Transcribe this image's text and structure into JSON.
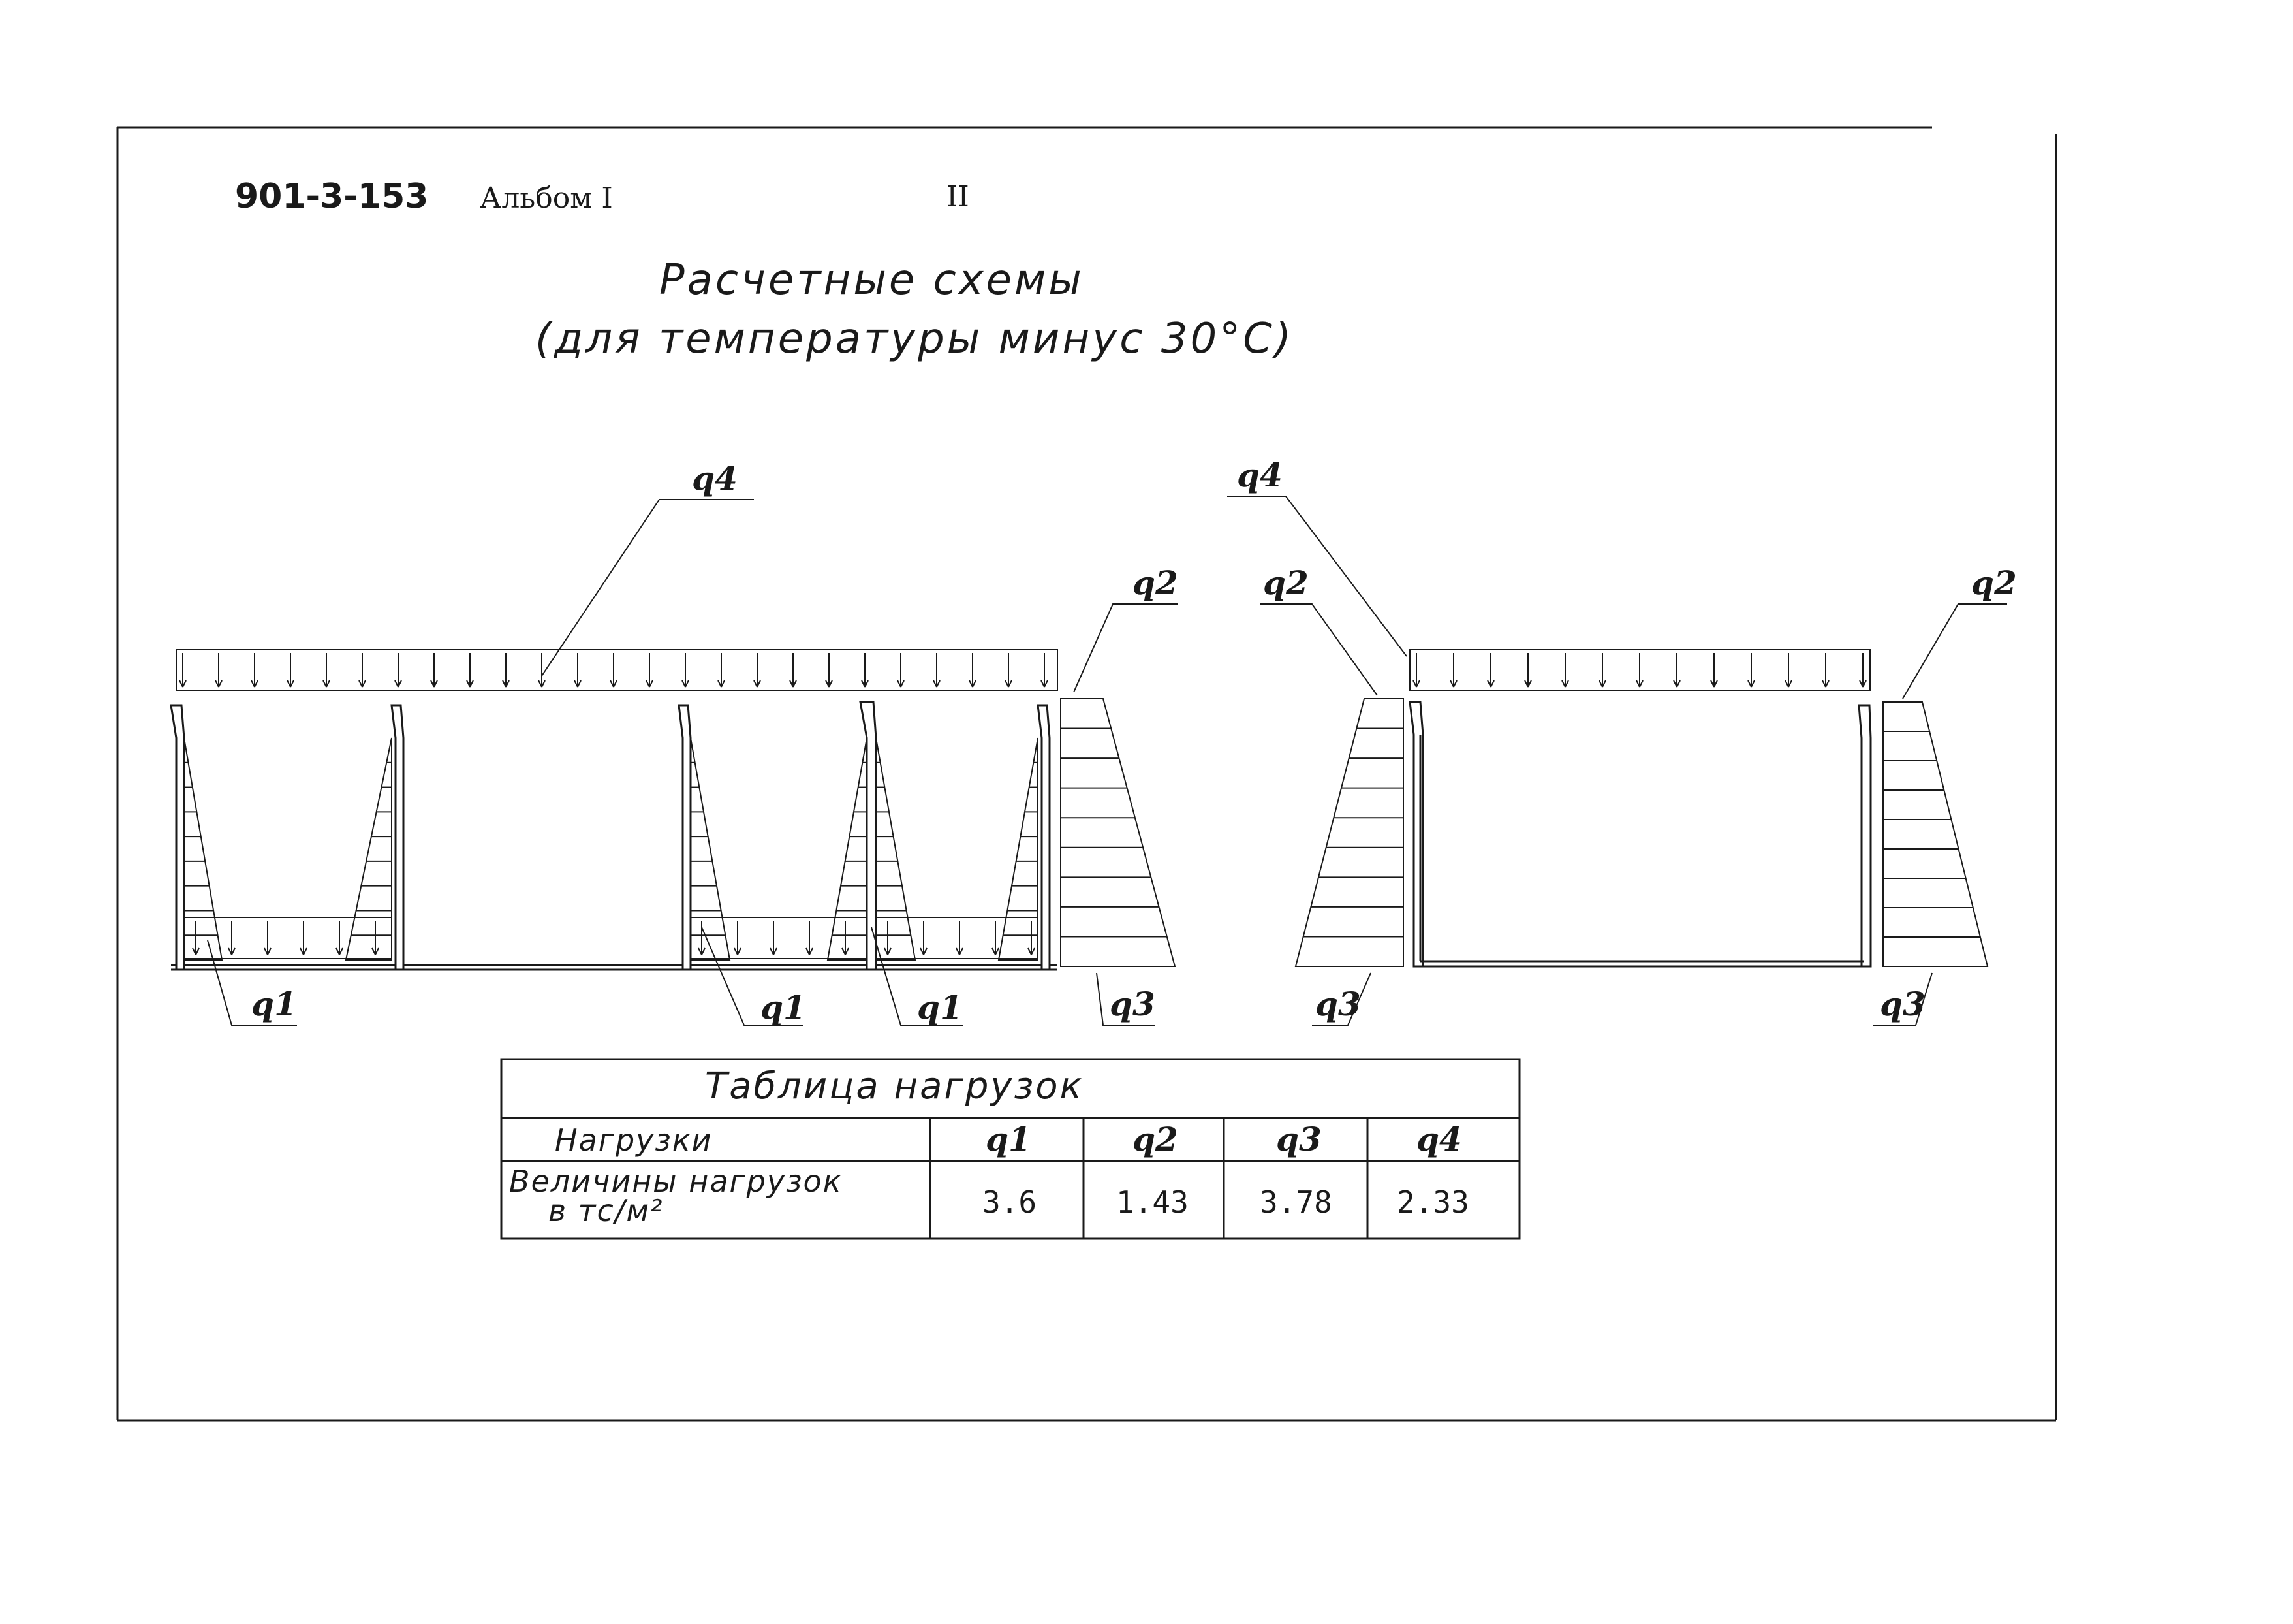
{
  "header": {
    "doc_code": "901-3-153",
    "album": "Альбом I",
    "page": "II"
  },
  "title": {
    "line1": "Расчетные схемы",
    "line2": "(для температуры минус 30°С)"
  },
  "labels": {
    "q1": "q1",
    "q2": "q2",
    "q3": "q3",
    "q4": "q4"
  },
  "table": {
    "title": "Таблица нагрузок",
    "row_header": "Нагрузки",
    "columns": [
      "q1",
      "q2",
      "q3",
      "q4"
    ],
    "value_label_line1": "Величины нагрузок",
    "value_label_line2": "в тс/м²",
    "values": [
      "3.6",
      "1.43",
      "3.78",
      "2.33"
    ]
  }
}
